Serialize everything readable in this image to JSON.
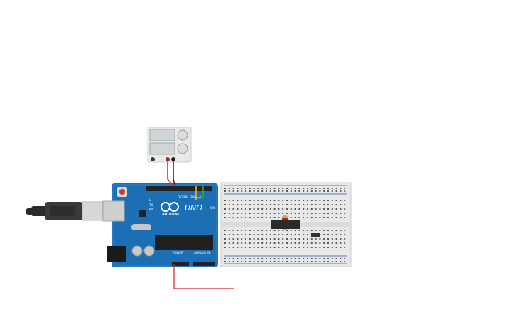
{
  "canvas": {
    "background": "#ffffff"
  },
  "arduino": {
    "logo_text": "ARDUINO",
    "model_text": "UNO",
    "digital_label": "DIGITAL (PWM~)",
    "power_label": "POWER",
    "analog_label": "ANALOG IN",
    "on_label": "ON",
    "tx_label": "TX",
    "rx_label": "RX",
    "l_label": "L",
    "board_color": "#1d6fb5"
  },
  "power_supply": {
    "device": "dc-power-supply"
  },
  "breadboard": {
    "device": "breadboard-half"
  },
  "components": {
    "resistor": "resistor",
    "chip": "ic-chip",
    "switch": "slide-switch"
  },
  "colors": {
    "wire_red": "#d32027",
    "wire_black": "#222222",
    "wire_yellow": "#e8c817",
    "wire_green": "#3aa635"
  },
  "icons": [
    "usb-cable-icon",
    "arduino-logo-icon"
  ]
}
